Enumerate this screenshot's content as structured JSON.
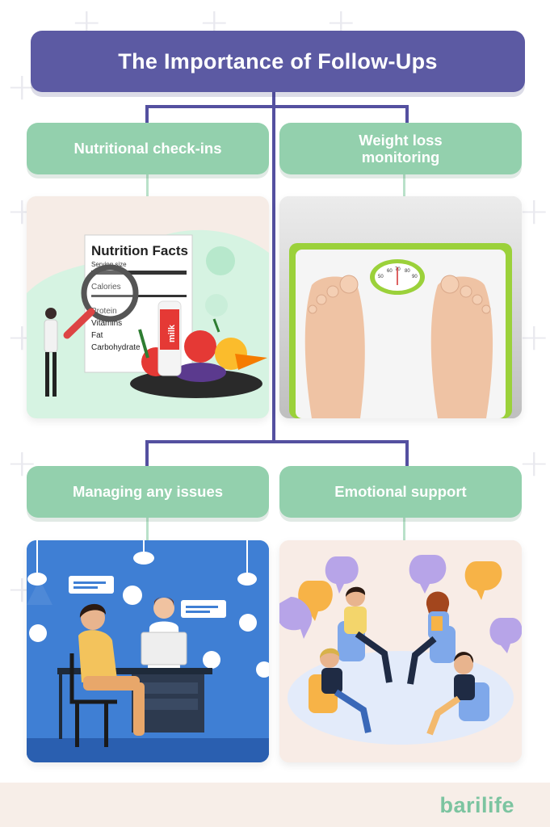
{
  "title": "The Importance of Follow-Ups",
  "boxes": [
    {
      "label_line1": "Nutritional check-ins",
      "label_line2": ""
    },
    {
      "label_line1": "Weight loss",
      "label_line2": "monitoring"
    },
    {
      "label_line1": "Managing any issues",
      "label_line2": ""
    },
    {
      "label_line1": "Emotional support",
      "label_line2": ""
    }
  ],
  "nutrition_card": {
    "label_title": "Nutrition Facts",
    "label_serving": "Serving size",
    "label_calories": "Calories",
    "label_protein": "Protein",
    "label_vitamins": "Vitamins",
    "label_fat": "Fat",
    "label_carb": "Carbohydrate",
    "milk_text": "milk"
  },
  "scale_card": {
    "dial_ticks": [
      "50",
      "60",
      "70",
      "80",
      "90"
    ]
  },
  "brand": {
    "logo": "barilife",
    "accent": "#93d0ad",
    "primary": "#5c5aa3"
  }
}
